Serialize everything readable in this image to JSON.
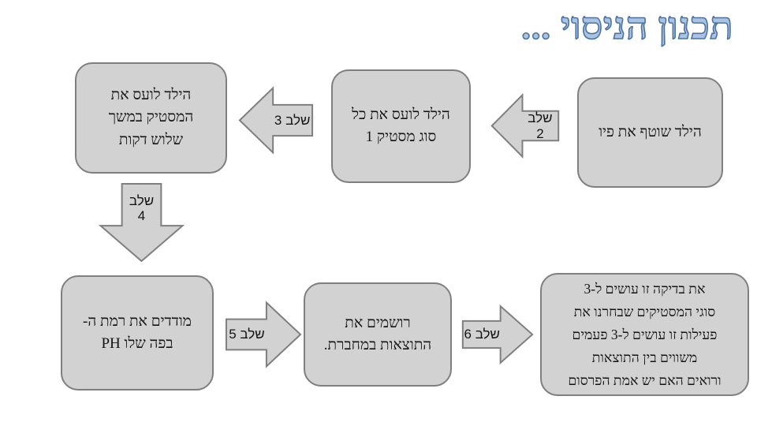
{
  "title": "תכנון הניסוי ...",
  "colors": {
    "title_fill": "#a9c3e1",
    "title_outline": "#4c73a3",
    "shape_fill": "#d2d2d2",
    "shape_border": "#7f7f7f"
  },
  "flow": {
    "box_rinse": {
      "lines": [
        "הילד שוטף את פיו"
      ]
    },
    "arrow_step2": {
      "label": "שלב 2",
      "direction": "left"
    },
    "box_chew_type": {
      "lines": [
        "הילד לועס את כל",
        "סוג מסטיק 1"
      ]
    },
    "arrow_step3": {
      "label": "שלב 3",
      "direction": "left"
    },
    "box_chew_duration": {
      "lines": [
        "הילד לועס את",
        "המסטיק במשך",
        "שלוש דקות"
      ]
    },
    "arrow_step4": {
      "label": [
        "שלב",
        "4"
      ],
      "direction": "down"
    },
    "box_measure_ph": {
      "lines": [
        "מודדים את רמת ה-",
        "PH בפה שלו"
      ]
    },
    "arrow_step5": {
      "label": "שלב 5",
      "direction": "right"
    },
    "box_record": {
      "lines": [
        "רושמים את",
        "התוצאות במחברת."
      ]
    },
    "arrow_step6": {
      "label": "שלב 6",
      "direction": "right"
    },
    "box_repeat": {
      "lines": [
        "את בדיקה זו עושים ל-3",
        "סוגי המסטיקים שבחרנו את",
        "פעילות זו עושים ל-3 פעמים",
        "משווים בין התוצאות",
        "ורואים האם יש אמת הפרסום"
      ]
    }
  }
}
